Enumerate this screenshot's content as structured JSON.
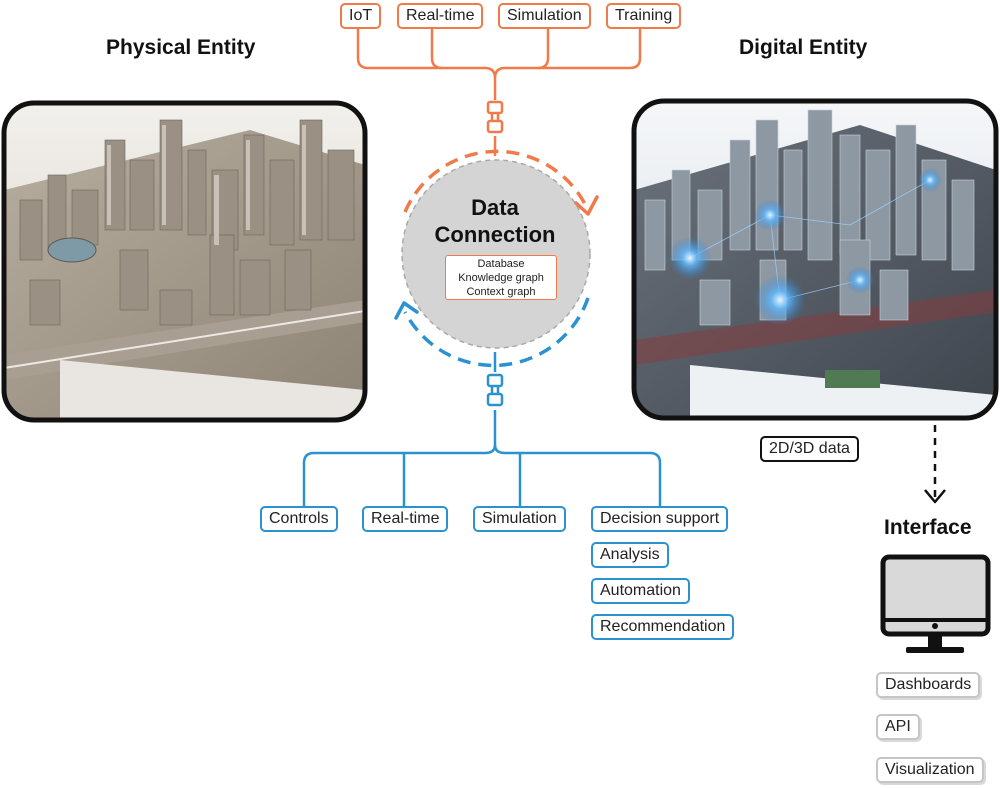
{
  "headings": {
    "physical": "Physical Entity",
    "digital": "Digital Entity",
    "interface": "Interface"
  },
  "hub": {
    "title_line1": "Data",
    "title_line2": "Connection",
    "items": [
      "Database",
      "Knowledge graph",
      "Context graph"
    ]
  },
  "inputs": [
    "IoT",
    "Real-time",
    "Simulation",
    "Training"
  ],
  "outputs": [
    "Controls",
    "Real-time",
    "Simulation",
    "Decision support"
  ],
  "decision_support_items": [
    "Analysis",
    "Automation",
    "Recommendation"
  ],
  "digital_output_label": "2D/3D data",
  "interface_items": [
    "Dashboards",
    "API",
    "Visualization"
  ],
  "colors": {
    "input_accent": "#f07a4a",
    "output_accent": "#2a92d0",
    "hub_fill": "#d4d4d4",
    "frame": "#111111"
  },
  "icons": {
    "plug": "plug-icon",
    "monitor": "monitor-icon",
    "arrow": "dashed-arrow-icon"
  }
}
